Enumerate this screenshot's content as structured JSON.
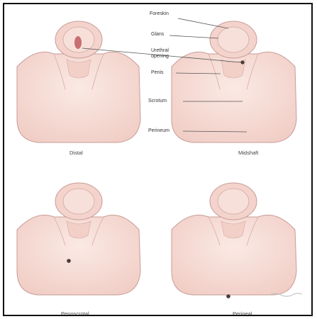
{
  "labels": {
    "foreskin": "Foreskin",
    "glans": "Glans",
    "urethral_opening_1": "Urethral",
    "urethral_opening_2": "opening",
    "penis": "Penis",
    "scrotum": "Scrotum",
    "perineum": "Perineum"
  },
  "panels": [
    "Distal",
    "Midshaft",
    "Penoscrotal",
    "Perineal"
  ],
  "colors": {
    "skin": "#f6dcd5",
    "skin_outline": "#c79c98",
    "opening": "#4a3a3a",
    "line": "#555555"
  }
}
